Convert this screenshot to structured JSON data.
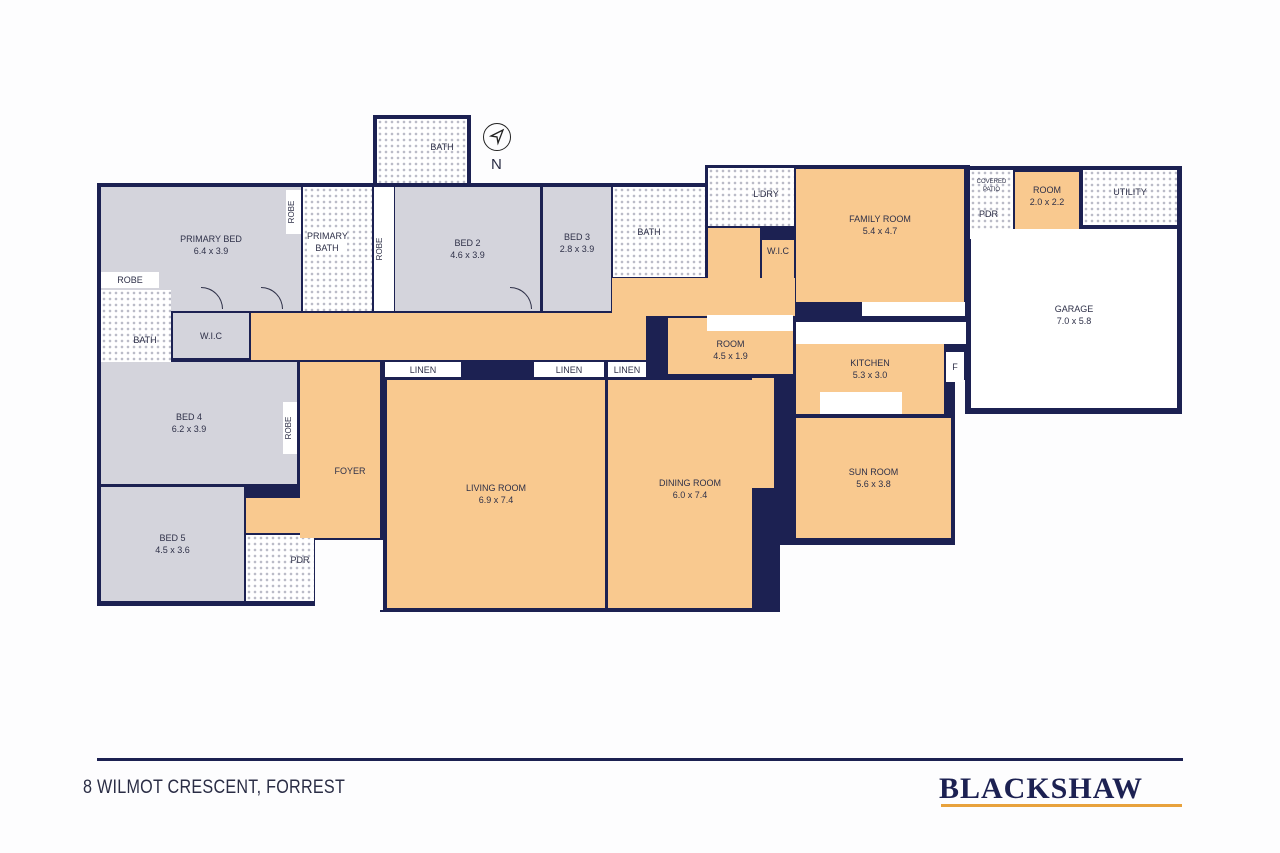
{
  "compass": {
    "label": "N"
  },
  "rooms": {
    "primary_bed": {
      "name": "PRIMARY BED",
      "dims": "6.4 x 3.9"
    },
    "primary_bath": {
      "name": "PRIMARY BATH"
    },
    "robe_1": {
      "name": "ROBE"
    },
    "robe_2": {
      "name": "ROBE"
    },
    "robe_3": {
      "name": "ROBE"
    },
    "robe_4": {
      "name": "ROBE"
    },
    "bath_top": {
      "name": "BATH"
    },
    "bath_left": {
      "name": "BATH"
    },
    "bath_right": {
      "name": "BATH"
    },
    "bed2": {
      "name": "BED 2",
      "dims": "4.6 x 3.9"
    },
    "bed3": {
      "name": "BED 3",
      "dims": "2.8 x 3.9"
    },
    "wic_1": {
      "name": "W.I.C"
    },
    "wic_2": {
      "name": "W.I.C"
    },
    "bed4": {
      "name": "BED 4",
      "dims": "6.2 x 3.9"
    },
    "bed5": {
      "name": "BED 5",
      "dims": "4.5 x 3.6"
    },
    "pdr_1": {
      "name": "PDR"
    },
    "pdr_2": {
      "name": "PDR"
    },
    "foyer": {
      "name": "FOYER"
    },
    "linen_1": {
      "name": "LINEN"
    },
    "linen_2": {
      "name": "LINEN"
    },
    "linen_3": {
      "name": "LINEN"
    },
    "living": {
      "name": "LIVING ROOM",
      "dims": "6.9 x 7.4"
    },
    "dining": {
      "name": "DINING ROOM",
      "dims": "6.0 x 7.4"
    },
    "room_mid": {
      "name": "ROOM",
      "dims": "4.5 x 1.9"
    },
    "laundry": {
      "name": "L'DRY"
    },
    "family": {
      "name": "FAMILY ROOM",
      "dims": "5.4 x 4.7"
    },
    "kitchen": {
      "name": "KITCHEN",
      "dims": "5.3 x 3.0"
    },
    "fridge": {
      "name": "F"
    },
    "sun": {
      "name": "SUN ROOM",
      "dims": "5.6 x 3.8"
    },
    "patio": {
      "name": "COVERED PATIO"
    },
    "room_small": {
      "name": "ROOM",
      "dims": "2.0 x 2.2"
    },
    "utility": {
      "name": "UTILITY"
    },
    "garage": {
      "name": "GARAGE",
      "dims": "7.0 x 5.8"
    }
  },
  "footer": {
    "address": "8 WILMOT CRESCENT, FORREST",
    "brand": "BLACKSHAW"
  },
  "colors": {
    "wall": "#1c2152",
    "living_area": "#f9c98f",
    "bedroom_area": "#d4d4dc",
    "brand_accent": "#e8a23c"
  }
}
